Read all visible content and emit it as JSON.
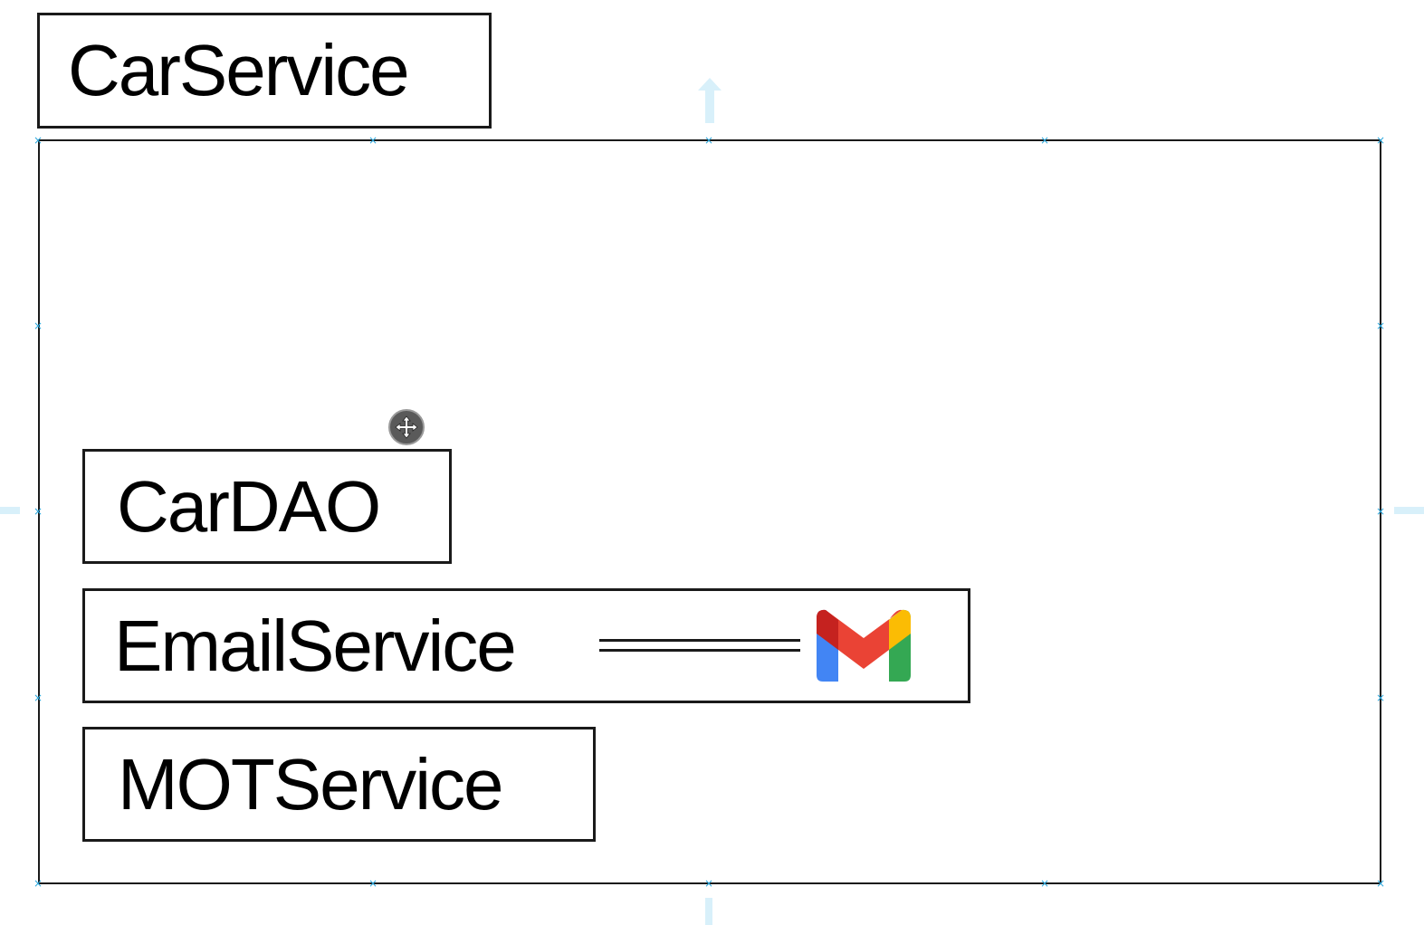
{
  "diagram": {
    "title_box": {
      "label": "CarService"
    },
    "components": [
      {
        "label": "CarDAO"
      },
      {
        "label": "EmailService",
        "connected_icon": "gmail-icon"
      },
      {
        "label": "MOTService"
      }
    ]
  },
  "colors": {
    "stroke": "#1a1a1a",
    "selection_handle": "#2aa7dd",
    "gmail_blue": "#4285F4",
    "gmail_red": "#EA4335",
    "gmail_yellow": "#FBBC04",
    "gmail_green": "#34A853"
  }
}
